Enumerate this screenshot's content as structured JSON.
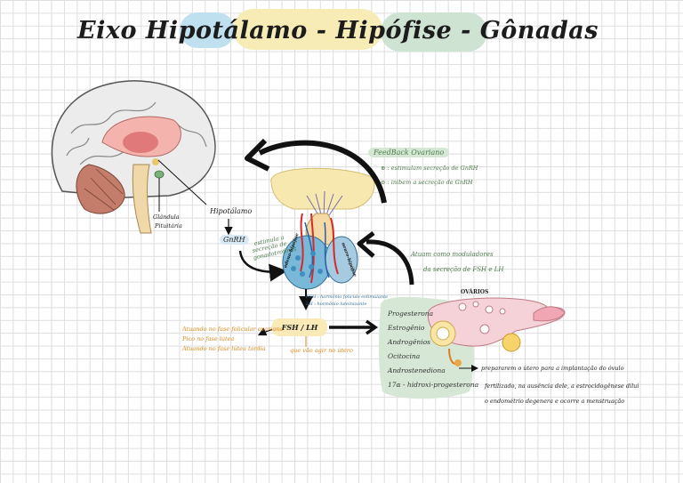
{
  "title": "Eixo Hipotálamo - Hipófise - Gônadas",
  "brain": {
    "hipotalamo_label": "Hipotálamo",
    "pituitaria_label_1": "Glândula",
    "pituitaria_label_2": "Pituitária"
  },
  "gnrh_label": "GnRH",
  "gnrh_note": [
    "estimula a",
    "secreção de",
    "gonadotrofinas"
  ],
  "feedback": {
    "title": "FeedBack Ovariano",
    "plus": "⊕ : estimulam secreção de GnRH",
    "minus": "⊖ : inibem a secreção de GnRH"
  },
  "atuam": [
    "Atuam como moduladores",
    "da secreção de FSH e LH"
  ],
  "hipofise_labels": [
    "adeno-hipófise",
    "neuro-hipófise"
  ],
  "fsh_lh_legend": [
    "FSH : hormônio folículo estimulante",
    "LH : hormônio luteinizante"
  ],
  "fsh_lh_box": "FSH / LH",
  "fsh_lh_arrow_note": "que vão agir no útero",
  "left_notes": [
    "Atuando no fase folicular ovariana",
    "Pico no fase lútea",
    "Atuando no fase lútea tardia"
  ],
  "hormones": [
    "Progesterona",
    "Estrogênio",
    "Androgênios",
    "Ocitocina",
    "Androstenediona",
    "17α - hidroxi-progesterona"
  ],
  "ovarios_label": "OVÁRIOS",
  "uterus_note": [
    "prepararem o útero para a implantação do óvulo",
    "fertilizado, na ausência dele, a estrocidogênese dilui",
    "o endométrio degenera e ocorre a menstruação"
  ],
  "colors": {
    "title_blue": "#bfe0ef",
    "title_yellow": "#f7ecb5",
    "title_green": "#cfe3d3",
    "green_text": "#4c7a4c",
    "orange_text": "#e08a1c",
    "hormone_bg": "#d6e8d5"
  }
}
